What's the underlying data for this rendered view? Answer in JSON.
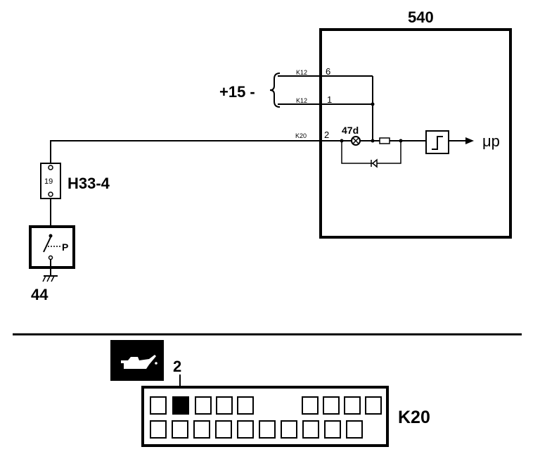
{
  "module": {
    "id": "540"
  },
  "supply": {
    "label": "+15 -"
  },
  "connector_k12": {
    "code": "K12",
    "pin_top": "6",
    "pin_bottom": "1"
  },
  "connector_k20_line": {
    "code": "K20",
    "pin": "2"
  },
  "lamp": {
    "label": "47d"
  },
  "output": {
    "label": "μp"
  },
  "fuse_connector": {
    "pin": "19",
    "label": "H33-4"
  },
  "switch": {
    "label": "P",
    "ground_id": "44"
  },
  "connector_view": {
    "label": "K20",
    "highlighted_pin": "2",
    "icon": "oil-can-icon",
    "top_row_count": 9,
    "bottom_row_count": 10
  }
}
